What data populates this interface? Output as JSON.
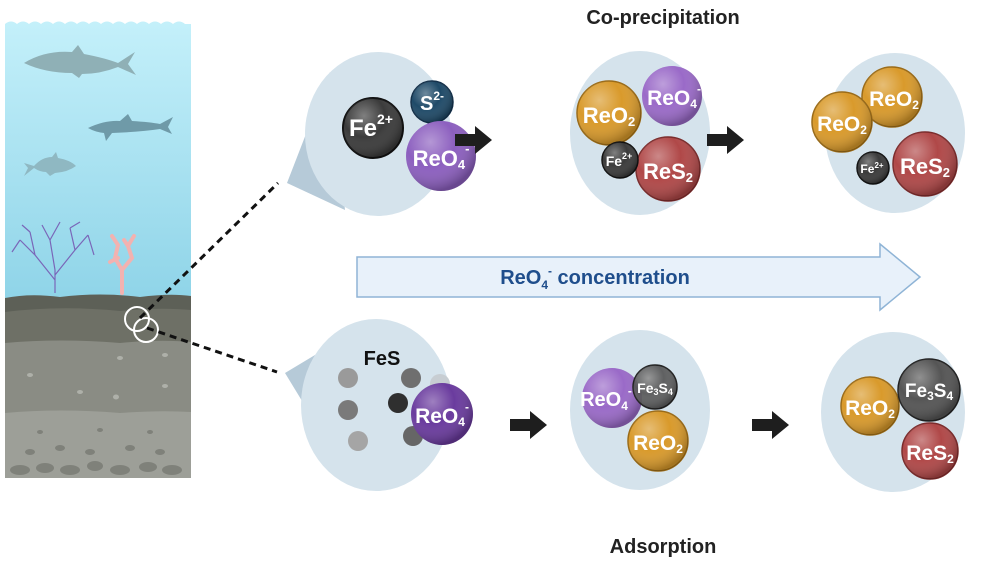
{
  "titles": {
    "top": "Co-precipitation",
    "bottom": "Adsorption"
  },
  "concentration_arrow": {
    "base": "ReO",
    "sub": "4",
    "sup": "-",
    "rest": " concentration",
    "text_color": "#1f4e8c",
    "fill_color": "#e8f1fa"
  },
  "labels": {
    "fe2": {
      "base": "Fe",
      "sup": "2+"
    },
    "s2": {
      "base": "S",
      "sup": "2-"
    },
    "reo4": {
      "base": "ReO",
      "sub": "4",
      "sup": "-"
    },
    "reo2": {
      "base": "ReO",
      "sub": "2"
    },
    "res2": {
      "base": "ReS",
      "sub": "2"
    },
    "fe3s4": {
      "a": "Fe",
      "b": "3",
      "c": "S",
      "d": "4"
    },
    "fes": "FeS"
  },
  "colors": {
    "fe": "#3b3b3b",
    "s": "#1f4a68",
    "reo4": "#8c5fbf",
    "reo4_dark": "#6a3b9e",
    "reo2": "#d99a2b",
    "res2": "#b04848",
    "fe3s4": "#555555",
    "water_top": "#c4f0fa",
    "water_bottom": "#8fd4e8",
    "sediment": "#6e7066"
  }
}
